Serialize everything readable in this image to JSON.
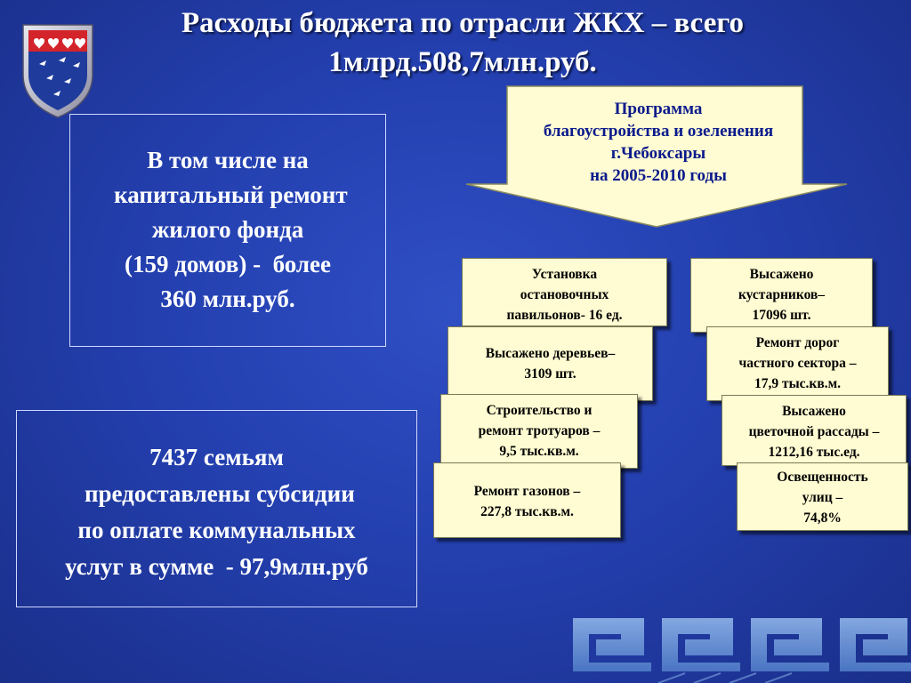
{
  "title": {
    "line1": "Расходы бюджета по отрасли ЖКХ – всего",
    "line2": "1млрд.508,7млн.руб."
  },
  "capital_repair": {
    "lines": [
      "В том числе на",
      " капитальный ремонт",
      "жилого фонда",
      "(159 домов) -  более",
      "360 млн.руб."
    ]
  },
  "subsidies": {
    "lines": [
      "7437 семьям",
      " предоставлены субсидии",
      "по оплате коммунальных",
      "услуг в сумме  - 97,9млн.руб"
    ]
  },
  "program": {
    "lines": [
      "Программа",
      "благоустройства и озеленения",
      "г.Чебоксары",
      "на 2005-2010 годы"
    ]
  },
  "cards": {
    "pavilions": [
      "Установка",
      "остановочных",
      "павильонов- 16 ед."
    ],
    "shrubs": [
      "Высажено",
      "кустарников–",
      "17096 шт."
    ],
    "trees": [
      "Высажено деревьев–",
      "3109 шт."
    ],
    "roads": [
      "Ремонт дорог",
      "частного сектора –",
      "17,9 тыс.кв.м."
    ],
    "sidewalks": [
      "Строительство и",
      "ремонт тротуаров –",
      "9,5 тыс.кв.м."
    ],
    "flowers": [
      "Высажено",
      "цветочной рассады –",
      "1212,16 тыс.ед."
    ],
    "lawns": [
      "Ремонт газонов –",
      "227,8 тыс.кв.м."
    ],
    "lighting": [
      "Освещенность",
      "улиц –",
      "74,8%"
    ]
  },
  "colors": {
    "background": "#2440b0",
    "card_fill": "#fffbd2",
    "arrow_fill": "#fffbd2",
    "arrow_text": "#0a1a8c",
    "emblem_red": "#d4242b",
    "emblem_blue": "#1f3c9c"
  },
  "icons": {
    "emblem": "city-coat-of-arms-icon",
    "decor": "meander-ornament-decoration"
  }
}
